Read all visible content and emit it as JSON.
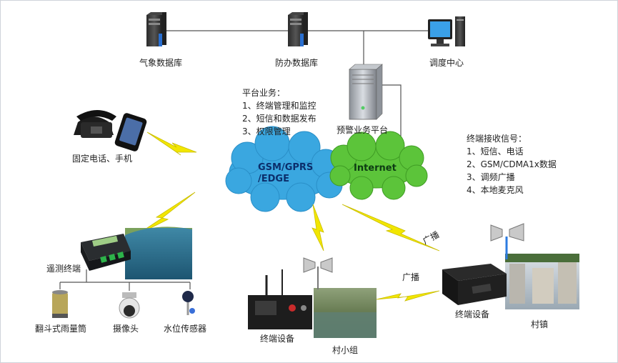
{
  "nodes": {
    "weather_db": "气象数据库",
    "flood_db": "防办数据库",
    "dispatch": "调度中心",
    "warning_platform": "预警业务平台",
    "phones": "固定电话、手机",
    "telemetry": "遥测终端",
    "rain_gauge": "翻斗式雨量筒",
    "camera": "摄像头",
    "water_sensor": "水位传感器",
    "terminal_village": "终端设备",
    "village_group": "村小组",
    "terminal_town": "终端设备",
    "town": "村镇"
  },
  "clouds": {
    "gsm_line1": "GSM/GPRS",
    "gsm_line2": "/EDGE",
    "internet": "Internet"
  },
  "platform_services": {
    "title": "平台业务：",
    "items": [
      "1、终端管理和监控",
      "2、短信和数据发布",
      "3、权限管理"
    ]
  },
  "terminal_signals": {
    "title": "终端接收信号：",
    "items": [
      "1、短信、电话",
      "2、GSM/CDMA1x数据",
      "3、调频广播",
      "4、本地麦克风"
    ]
  },
  "broadcast_labels": [
    "广播",
    "广播"
  ],
  "colors": {
    "gsm_cloud": "#3aa7e0",
    "internet_cloud": "#5cc43a",
    "lightning": "#f2e600",
    "line": "#555555"
  }
}
